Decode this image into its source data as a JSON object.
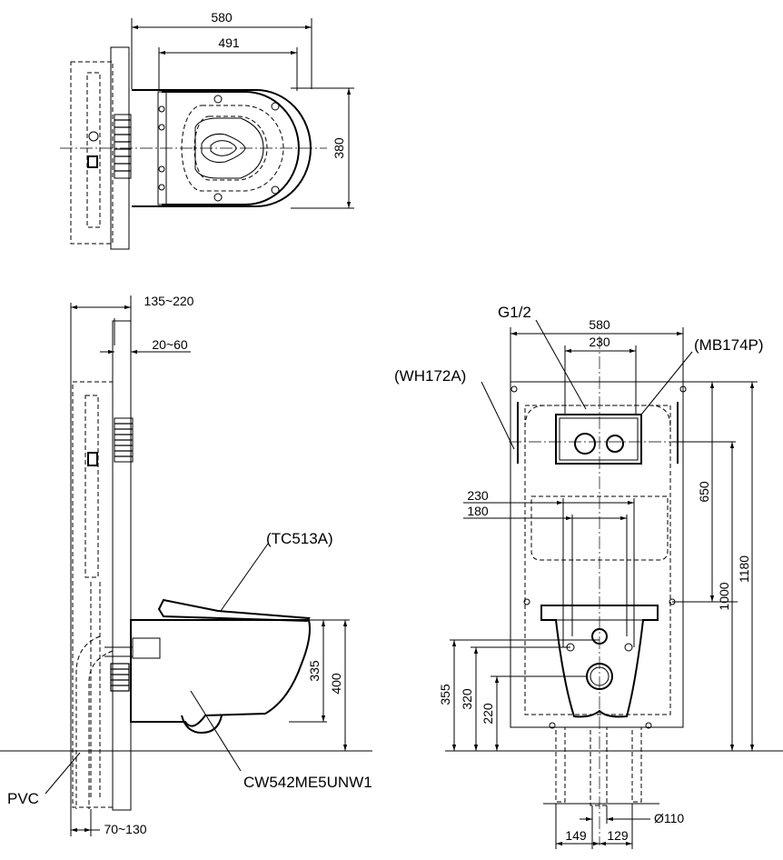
{
  "views": {
    "top": {
      "dims": {
        "overall_width": "580",
        "bowl_length": "491",
        "bowl_width": "380"
      }
    },
    "side": {
      "dims": {
        "frame_depth": "135~220",
        "panel_offset": "20~60",
        "height_335": "335",
        "height_400": "400",
        "pipe_offset": "70~130"
      },
      "labels": {
        "seat": "(TC513A)",
        "bowl": "CW542ME5UNW1",
        "pvc": "PVC"
      }
    },
    "front": {
      "dims": {
        "frame_width": "580",
        "plate_width": "230",
        "bolt_230": "230",
        "bolt_180": "180",
        "h_1180": "1180",
        "h_1000": "1000",
        "h_650": "650",
        "h_355": "355",
        "h_320": "320",
        "h_220": "220",
        "dia_110": "Ø110",
        "off_149": "149",
        "off_129": "129"
      },
      "labels": {
        "frame": "(WH172A)",
        "plate": "(MB174P)",
        "inlet": "G1/2"
      }
    }
  }
}
